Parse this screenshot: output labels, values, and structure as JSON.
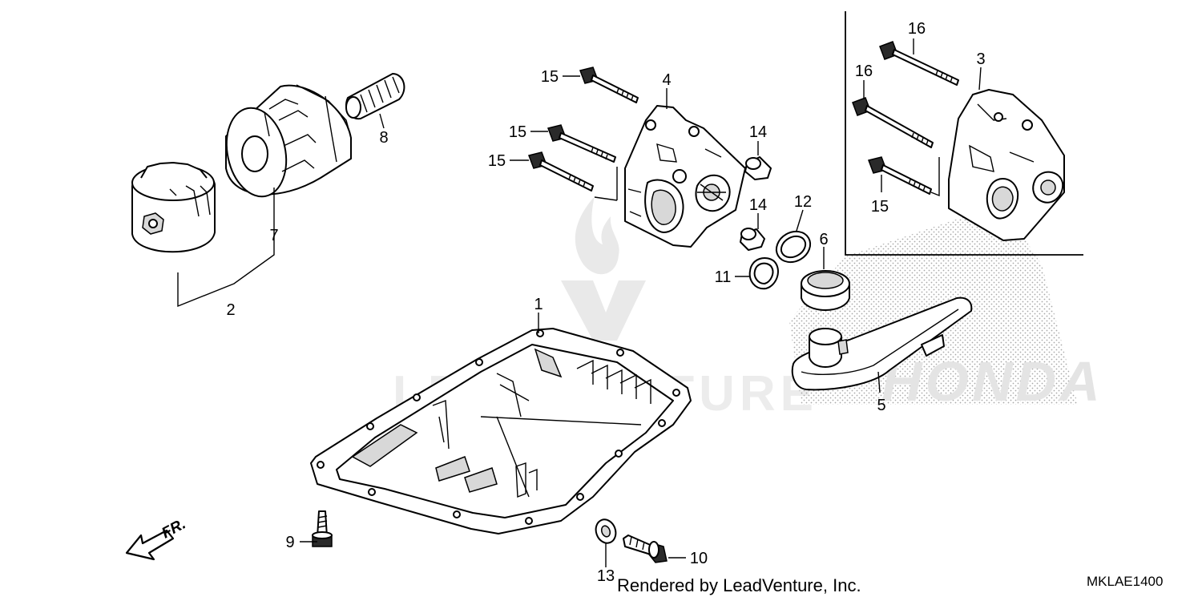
{
  "diagram": {
    "callouts": [
      "1",
      "2",
      "3",
      "4",
      "5",
      "6",
      "7",
      "8",
      "9",
      "10",
      "11",
      "12",
      "13",
      "14",
      "15",
      "16"
    ],
    "front_marker": "FR.",
    "watermark": {
      "brand_text": "LEADVENTURE",
      "maker_text": "HONDA"
    }
  },
  "footer": {
    "rendered_by": "Rendered by LeadVenture, Inc.",
    "diagram_code": "MKLAE1400"
  }
}
